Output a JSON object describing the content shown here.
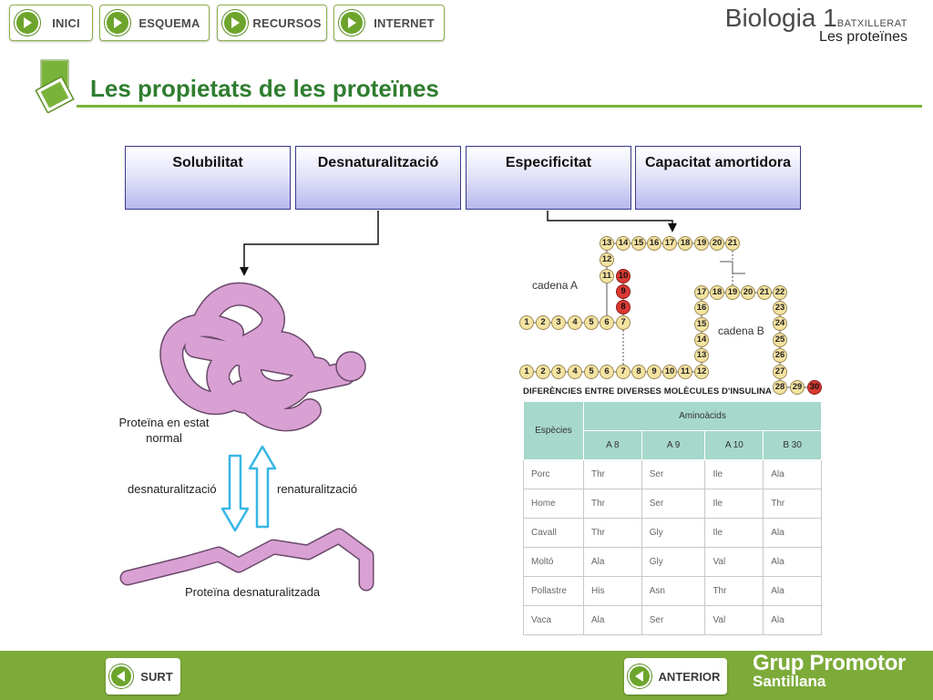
{
  "nav": {
    "items": [
      {
        "label": "INICI"
      },
      {
        "label": "ESQUEMA"
      },
      {
        "label": "RECURSOS"
      },
      {
        "label": "INTERNET"
      }
    ]
  },
  "brand": {
    "subject": "Biologia 1",
    "level": "BATXILLERAT",
    "topic": "Les proteïnes"
  },
  "page_title": "Les propietats de les proteïnes",
  "properties": [
    {
      "label": "Solubilitat"
    },
    {
      "label": "Desnaturalització"
    },
    {
      "label": "Especificitat"
    },
    {
      "label": "Capacitat amortidora"
    }
  ],
  "protein": {
    "normal_label": "Proteïna en estat normal",
    "denature_label": "desnaturalització",
    "renature_label": "renaturalització",
    "denatured_label": "Proteïna desnaturalitzada"
  },
  "insulin": {
    "chain_a_label": "cadena A",
    "chain_b_label": "cadena B",
    "highlighted_residues": [
      "A8",
      "A9",
      "A10",
      "B30"
    ]
  },
  "table": {
    "caption": "DIFERÈNCIES ENTRE DIVERSES MOLÈCULES D'INSULINA",
    "species_header": "Espècies",
    "aminoacids_header": "Aminoàcids",
    "columns": [
      "A 8",
      "A 9",
      "A 10",
      "B 30"
    ],
    "rows": [
      {
        "species": "Porc",
        "values": [
          "Thr",
          "Ser",
          "Ile",
          "Ala"
        ]
      },
      {
        "species": "Home",
        "values": [
          "Thr",
          "Ser",
          "Ile",
          "Thr"
        ]
      },
      {
        "species": "Cavall",
        "values": [
          "Thr",
          "Gly",
          "Ile",
          "Ala"
        ]
      },
      {
        "species": "Moltó",
        "values": [
          "Ala",
          "Gly",
          "Val",
          "Ala"
        ]
      },
      {
        "species": "Pollastre",
        "values": [
          "His",
          "Asn",
          "Thr",
          "Ala"
        ]
      },
      {
        "species": "Vaca",
        "values": [
          "Ala",
          "Ser",
          "Val",
          "Ala"
        ]
      }
    ]
  },
  "footer": {
    "exit_label": "SURT",
    "back_label": "ANTERIOR",
    "publisher_line1": "Grup Promotor",
    "publisher_line2": "Santillana"
  },
  "colors": {
    "accent_green": "#7dab3a",
    "title_green": "#2f7d2f",
    "protein_pink": "#d9a0d4",
    "arrow_blue": "#37b6e6",
    "highlight_red": "#d93a34"
  }
}
